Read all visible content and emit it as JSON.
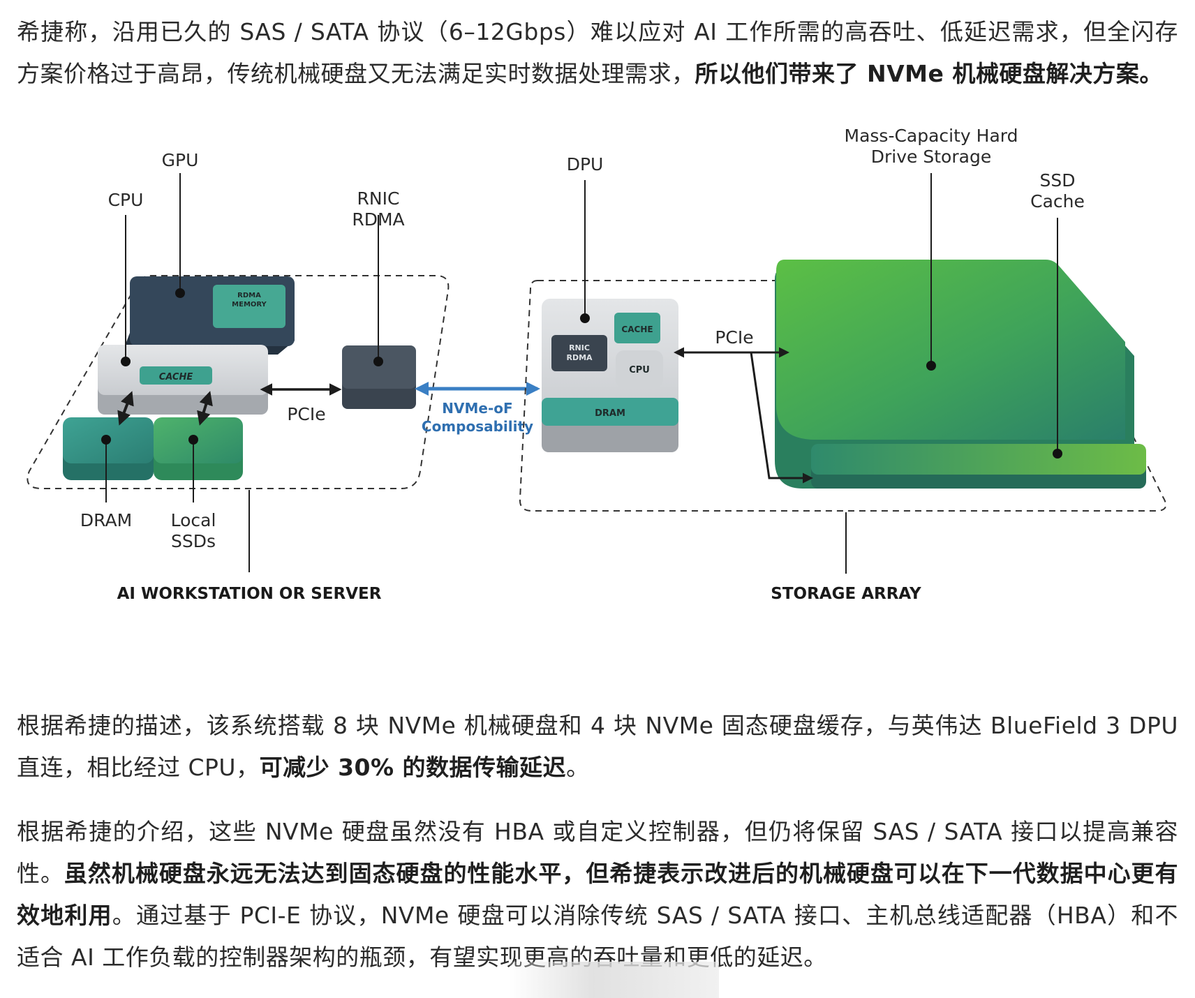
{
  "article": {
    "p1_a": "希捷称，沿用已久的 SAS / SATA 协议（6–12Gbps）难以应对 AI 工作所需的高吞吐、低延迟需求，但全闪存方案价格过于高昂，传统机械硬盘又无法满足实时数据处理需求，",
    "p1_b": "所以他们带来了 NVMe 机械硬盘解决方案。",
    "p2_a": "根据希捷的描述，该系统搭载 8 块 NVMe 机械硬盘和 4 块 NVMe 固态硬盘缓存，与英伟达 BlueField 3 DPU 直连，相比经过 CPU，",
    "p2_b": "可减少 30% 的数据传输延迟",
    "p2_c": "。",
    "p3_a": "根据希捷的介绍，这些 NVMe 硬盘虽然没有 HBA 或自定义控制器，但仍将保留 SAS / SATA 接口以提高兼容性。",
    "p3_b": "虽然机械硬盘永远无法达到固态硬盘的性能水平，但希捷表示改进后的机械硬盘可以在下一代数据中心更有效地利用",
    "p3_c": "。通过基于 PCI-E 协议，NVMe 硬盘可以消除传统 SAS / SATA 接口、主机总线适配器（HBA）和不适合 AI 工作负载的控制器架构的瓶颈，有望实现更高的吞吐量和更低的延迟。"
  },
  "diagram": {
    "gpu": "GPU",
    "cpu": "CPU",
    "rnic_1": "RNIC",
    "rnic_2": "RDMA",
    "rdma_mem_1": "RDMA",
    "rdma_mem_2": "MEMORY",
    "cache": "CACHE",
    "pcie_left": "PCIe",
    "dram": "DRAM",
    "local_1": "Local",
    "local_2": "SSDs",
    "nvme_1": "NVMe-oF",
    "nvme_2": "Composability",
    "section_left": "AI WORKSTATION OR SERVER",
    "dpu": "DPU",
    "dpu_cache": "CACHE",
    "dpu_rnic_1": "RNIC",
    "dpu_rnic_2": "RDMA",
    "dpu_cpu": "CPU",
    "dpu_dram": "DRAM",
    "pcie_right": "PCIe",
    "mass_1": "Mass-Capacity Hard",
    "mass_2": "Drive Storage",
    "ssd_1": "SSD",
    "ssd_2": "Cache",
    "section_right": "STORAGE ARRAY"
  },
  "colors": {
    "teal": "#3e9f8f",
    "dark_slate": "#2f3d4e",
    "green_bright": "#6cc24a",
    "nvme_blue": "#3a7fc4"
  }
}
